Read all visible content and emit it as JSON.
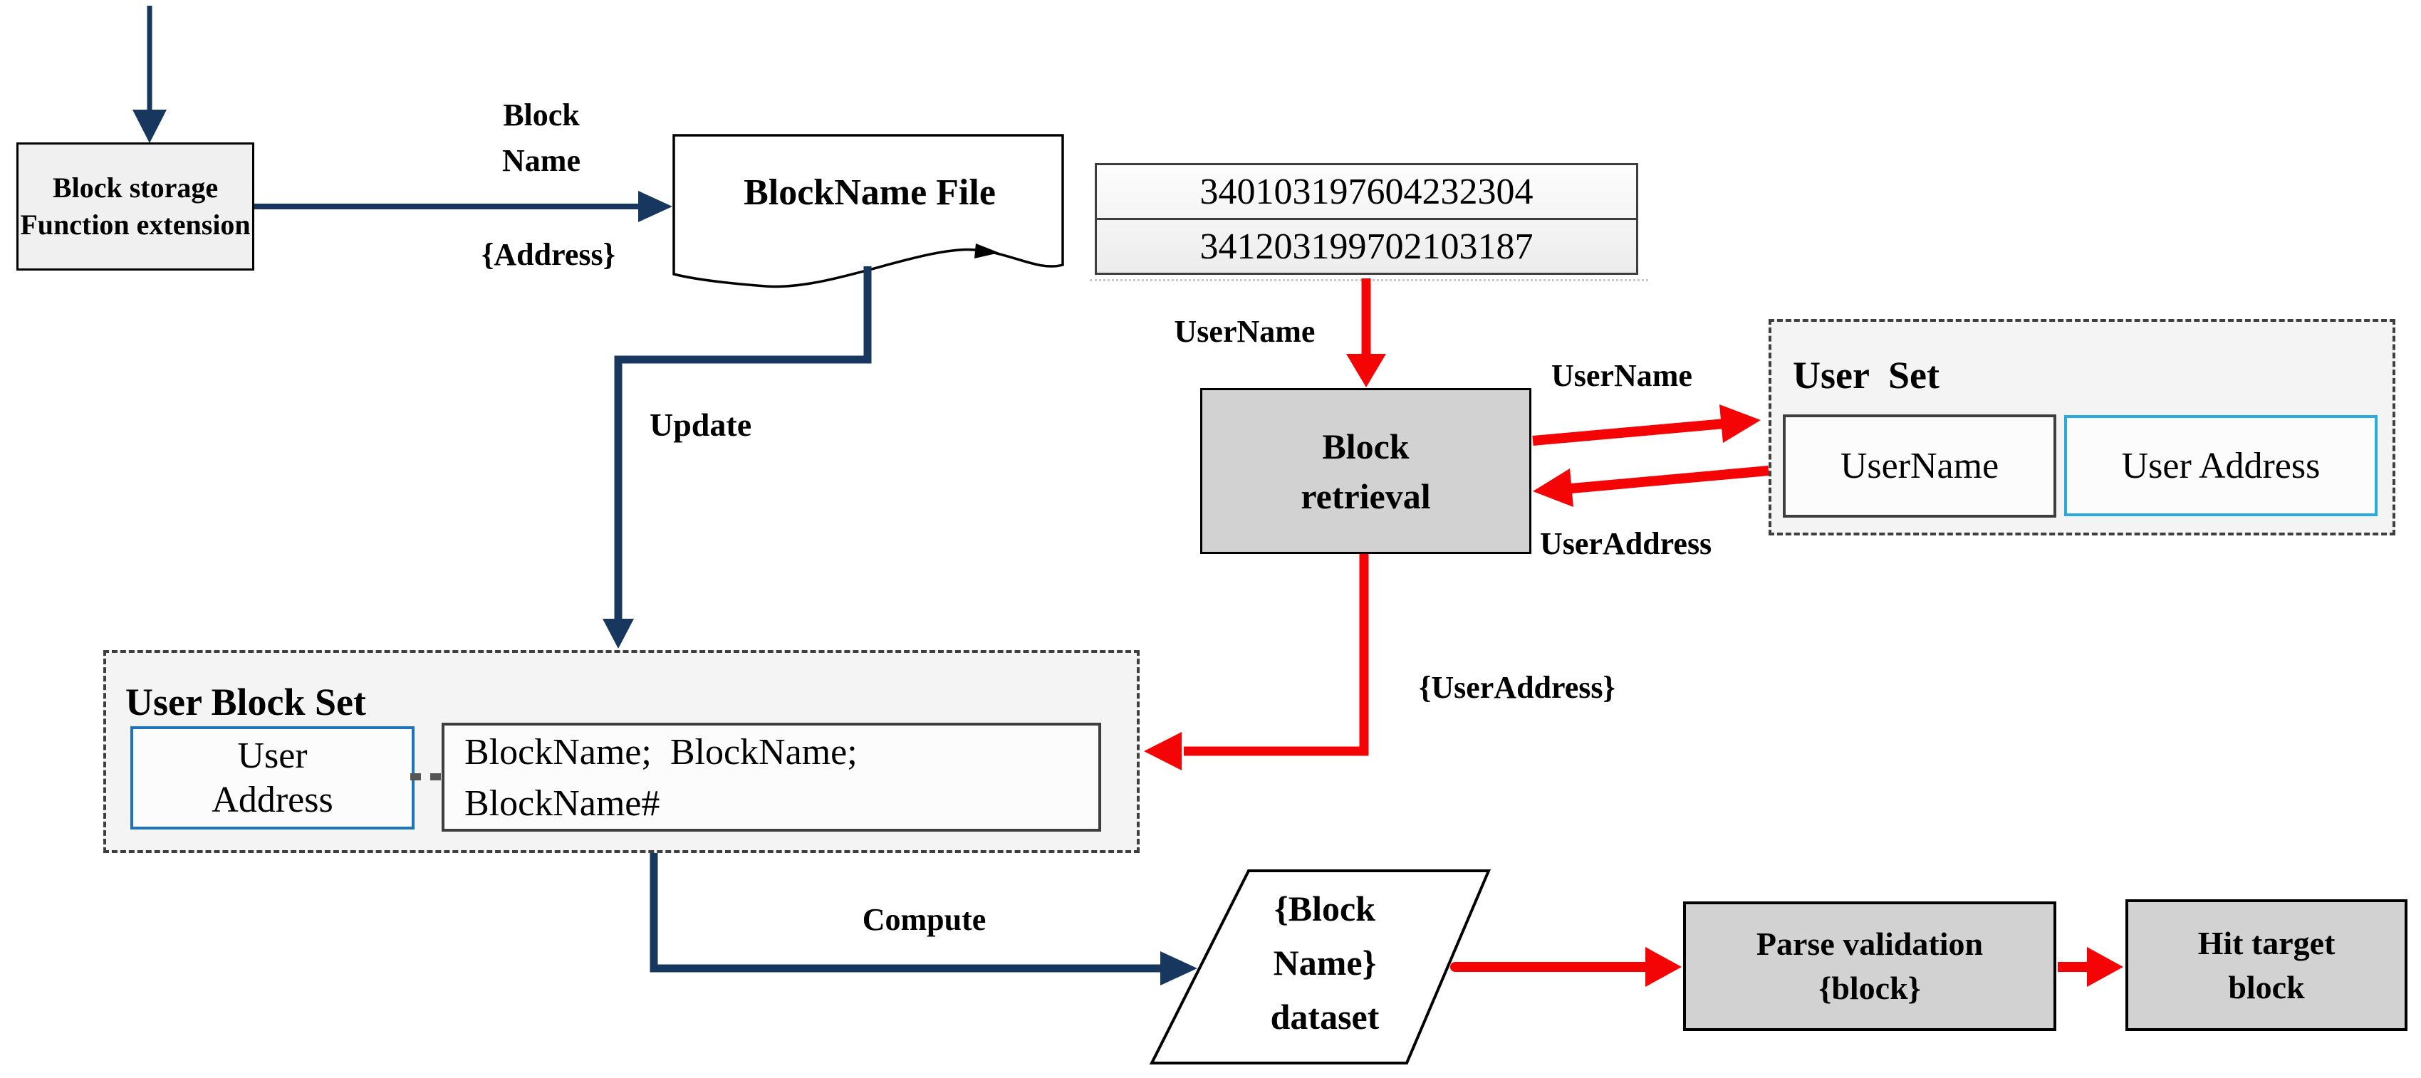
{
  "colors": {
    "navy": "#17375e",
    "red": "#f40404",
    "border_dark": "#3e3e3e",
    "dashed_border": "#3f3f3f",
    "fill_grey": "#d2d2d2",
    "fill_light": "#f0f0f0",
    "fill_panel": "#f4f4f4",
    "blue_bright": "#29abe2",
    "blue_steel": "#1c75bc",
    "shadow_dot": "#c9c9c9",
    "connector_grey": "#555555"
  },
  "nodes": {
    "block_storage": {
      "line1": "Block storage",
      "line2": "Function extension"
    },
    "blockname_file": {
      "label": "BlockName File"
    },
    "id_table": {
      "rows": [
        "340103197604232304",
        "341203199702103187"
      ]
    },
    "block_retrieval": {
      "line1": "Block",
      "line2": "retrieval"
    },
    "user_set": {
      "title": "User  Set",
      "username": "UserName",
      "user_address": "User Address"
    },
    "user_block_set": {
      "title": "User Block Set",
      "address_line1": "User",
      "address_line2": "Address",
      "blocks_line1": "BlockName;  BlockName;",
      "blocks_line2": "BlockName#"
    },
    "dataset": {
      "line1": "{Block",
      "line2": "Name}",
      "line3": "dataset"
    },
    "parse_validation": {
      "line1": "Parse validation",
      "line2": "{block}"
    },
    "hit_target": {
      "line1": "Hit target",
      "line2": "block"
    }
  },
  "edge_labels": {
    "block_name_line1": "Block",
    "block_name_line2": "Name",
    "address": "{Address}",
    "update": "Update",
    "username_top": "UserName",
    "username_right": "UserName",
    "useraddress_right": "UserAddress",
    "useraddress_brace": "{UserAddress}",
    "compute": "Compute"
  }
}
